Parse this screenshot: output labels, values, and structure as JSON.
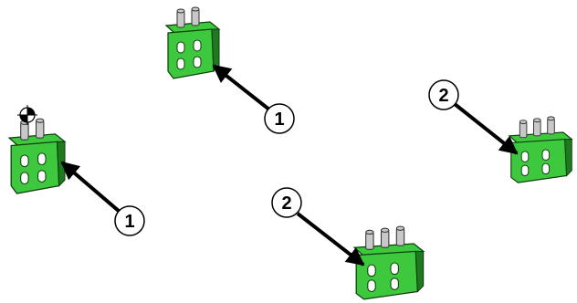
{
  "diagram": {
    "callouts": [
      {
        "id": "callout-1a",
        "label": "1"
      },
      {
        "id": "callout-1b",
        "label": "1"
      },
      {
        "id": "callout-2a",
        "label": "2"
      },
      {
        "id": "callout-2b",
        "label": "2"
      }
    ],
    "colors": {
      "part_fill": "#3ec83e",
      "part_dark": "#1f7a1f",
      "part_edge": "#0d3d0d",
      "stud_fill": "#c8c8c8",
      "stud_edge": "#333333",
      "arrow": "#000000",
      "callout_fill": "#ffffff",
      "callout_edge": "#000000"
    },
    "icons": {
      "cursor": "rotate-cursor-icon"
    }
  }
}
